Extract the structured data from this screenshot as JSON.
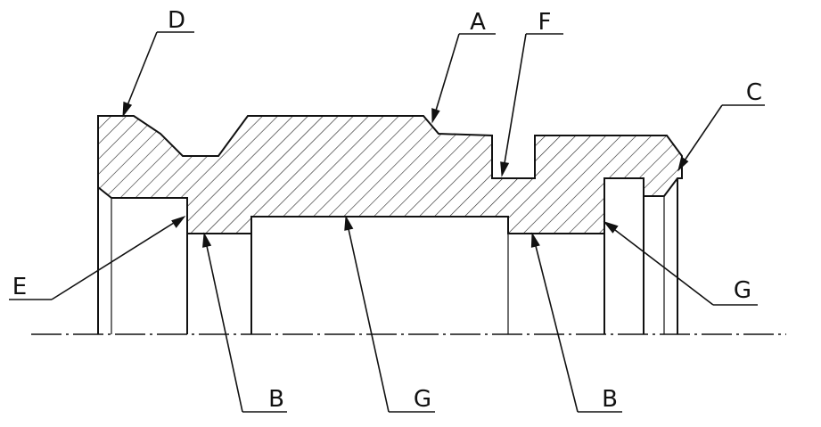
{
  "labels": {
    "D": "D",
    "A": "A",
    "F": "F",
    "C": "C",
    "E": "E",
    "G_right": "G",
    "B_left": "B",
    "G_bottom": "G",
    "B_right": "B"
  },
  "colors": {
    "line": "#111111",
    "background": "#ffffff"
  }
}
